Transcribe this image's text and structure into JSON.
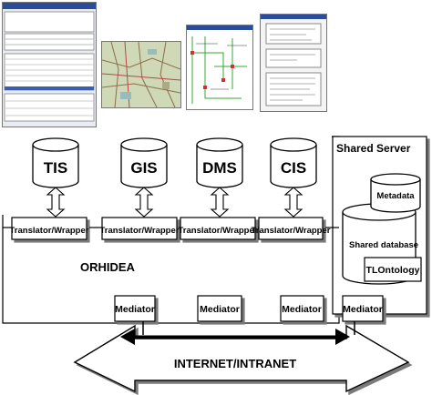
{
  "systems": [
    {
      "key": "tis",
      "label": "TIS"
    },
    {
      "key": "gis",
      "label": "GIS"
    },
    {
      "key": "dms",
      "label": "DMS"
    },
    {
      "key": "cis",
      "label": "CIS"
    }
  ],
  "translator_label": "Translator/Wrapper",
  "platform_label": "ORHIDEA",
  "mediator_label": "Mediator",
  "shared_server": {
    "title": "Shared Server",
    "metadata_label": "Metadata",
    "database_label": "Shared database",
    "ontology_label": "TLOntology"
  },
  "network_label": "INTERNET/INTRANET",
  "colors": {
    "line": "#000000",
    "fill": "#ffffff",
    "shadow": "#7a7a7a",
    "map_bg": "#c8d6b4"
  }
}
